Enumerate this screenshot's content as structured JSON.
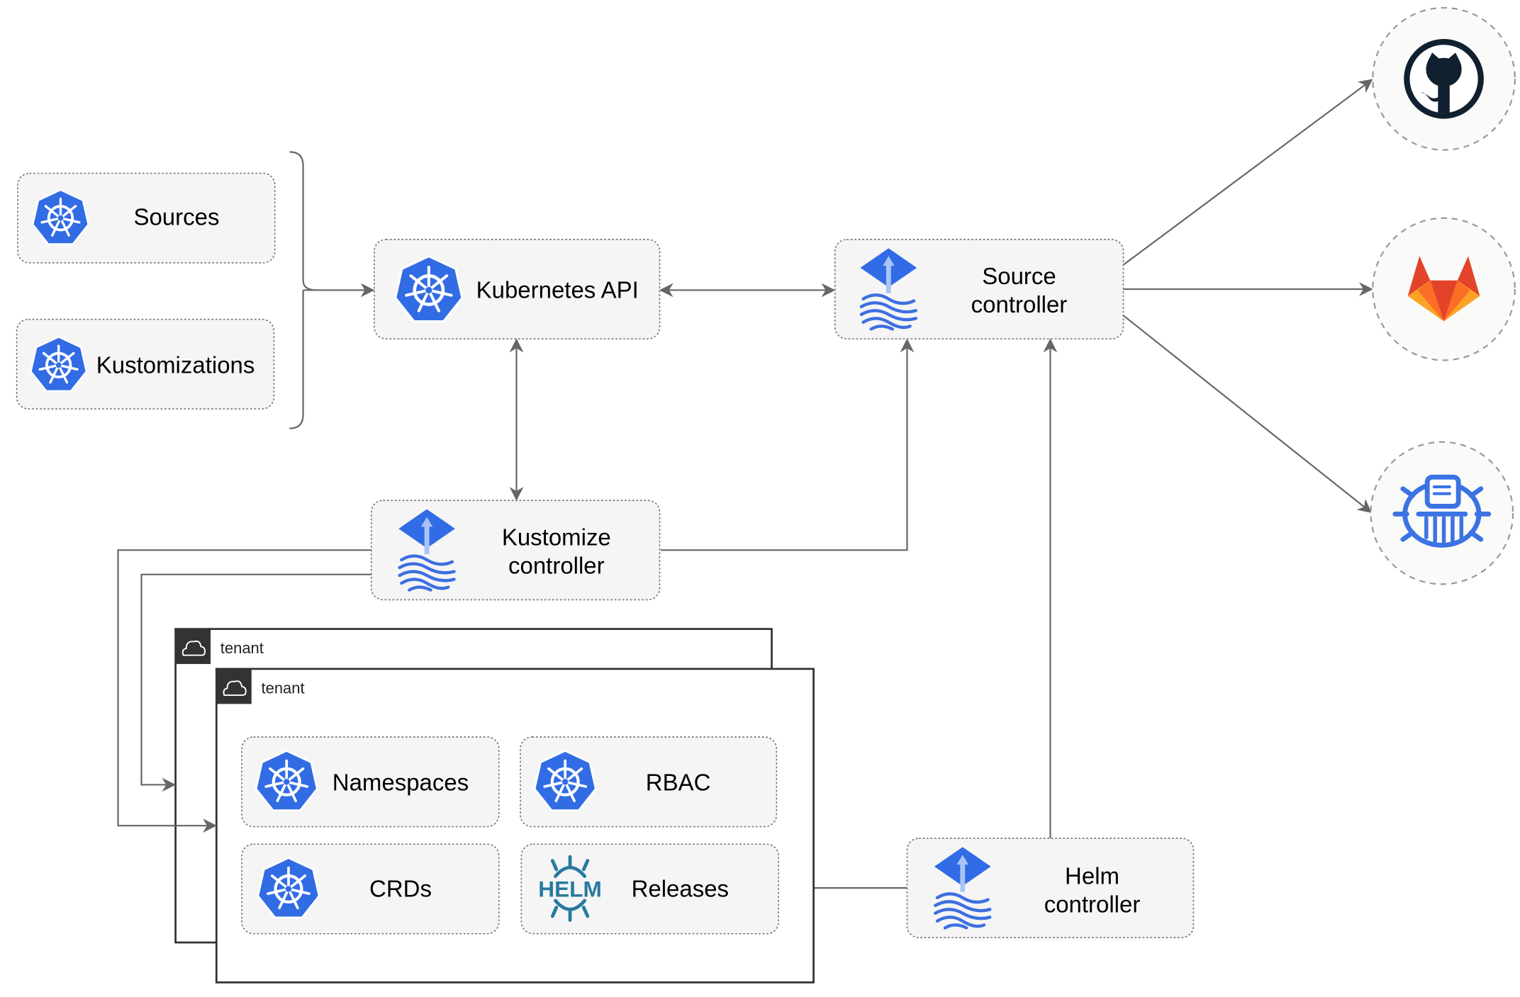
{
  "left": {
    "sources": "Sources",
    "kustomizations": "Kustomizations"
  },
  "core": {
    "kubernetes_api": "Kubernetes API",
    "source_controller": [
      "Source",
      "controller"
    ],
    "kustomize_controller": [
      "Kustomize",
      "controller"
    ],
    "helm_controller": [
      "Helm",
      "controller"
    ]
  },
  "external": {
    "icons": [
      "github-icon",
      "gitlab-icon",
      "bucket-icon"
    ]
  },
  "tenants": [
    {
      "label": "tenant"
    },
    {
      "label": "tenant"
    }
  ],
  "resources": {
    "namespaces": "Namespaces",
    "rbac": "RBAC",
    "crds": "CRDs",
    "releases": "Releases",
    "helm_logo_text": "HELM"
  },
  "colors": {
    "kubernetes_blue": "#326ce5",
    "helm_teal": "#277a9f",
    "gitlab_orange": "#e24329",
    "github_dark": "#10202f",
    "edge": "#666666"
  }
}
